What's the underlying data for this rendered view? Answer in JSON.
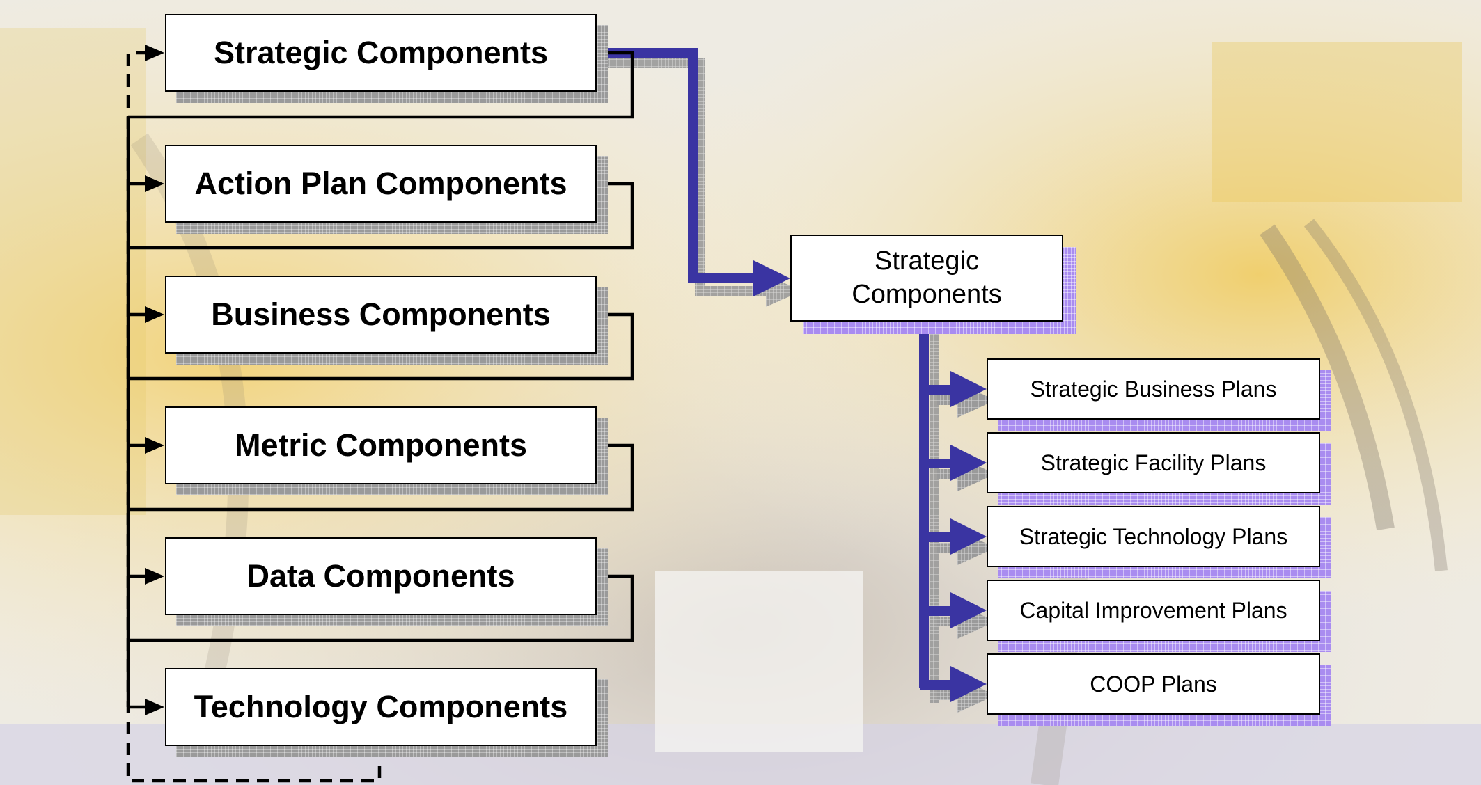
{
  "colors": {
    "accent_arrow": "#3a34a2",
    "line": "#000000",
    "shadow_grey": "#9a9a9a",
    "shadow_purple": "#a98cf0"
  },
  "left_components": [
    "Strategic Components",
    "Action Plan Components",
    "Business Components",
    "Metric Components",
    "Data Components",
    "Technology Components"
  ],
  "center_box": {
    "line1": "Strategic",
    "line2": "Components"
  },
  "plans": [
    "Strategic Business Plans",
    "Strategic Facility Plans",
    "Strategic Technology Plans",
    "Capital Improvement Plans",
    "COOP Plans"
  ]
}
